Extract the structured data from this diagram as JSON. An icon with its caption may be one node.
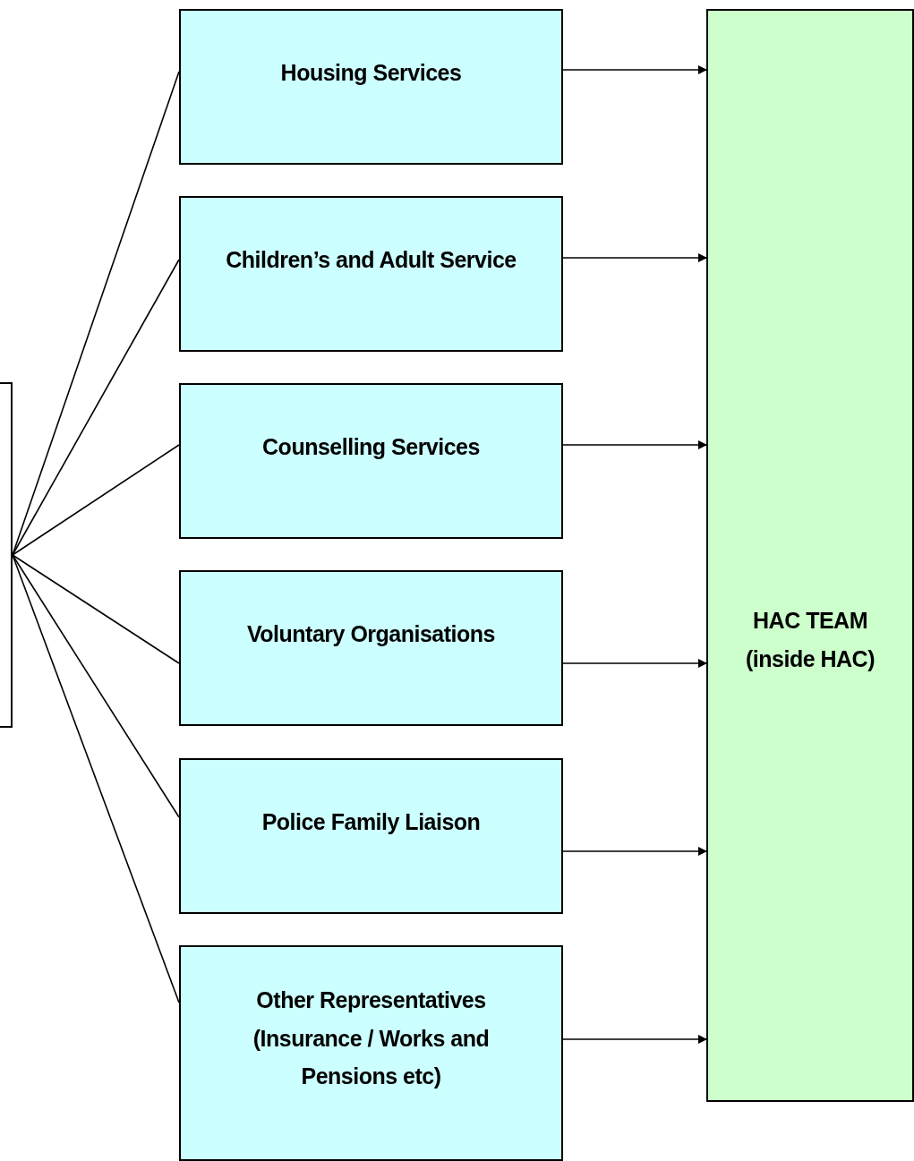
{
  "diagram": {
    "nodes": [
      {
        "text": [],
        "shape": "box"
      },
      {
        "text": [
          "Housing Services"
        ]
      },
      {
        "text": [
          "Children’s and Adult Service"
        ]
      },
      {
        "text": [
          "Counselling Services"
        ]
      },
      {
        "text": [
          "Voluntary Organisations"
        ]
      },
      {
        "text": [
          "Police Family Liaison"
        ]
      },
      {
        "text": [
          "Other Representatives (Insurance / Works and Pensions etc)"
        ]
      },
      {
        "text": [
          "HAC TEAM",
          "(inside HAC)"
        ]
      }
    ],
    "edges": [
      {
        "from": 0,
        "to": 1,
        "arrow": "none"
      },
      {
        "from": 0,
        "to": 2,
        "arrow": "none"
      },
      {
        "from": 0,
        "to": 3,
        "arrow": "none"
      },
      {
        "from": 0,
        "to": 4,
        "arrow": "none"
      },
      {
        "from": 0,
        "to": 5,
        "arrow": "none"
      },
      {
        "from": 0,
        "to": 6,
        "arrow": "none"
      },
      {
        "from": 1,
        "to": 7,
        "arrow": "to"
      },
      {
        "from": 2,
        "to": 7,
        "arrow": "to"
      },
      {
        "from": 3,
        "to": 7,
        "arrow": "to"
      },
      {
        "from": 4,
        "to": 7,
        "arrow": "to"
      },
      {
        "from": 5,
        "to": 7,
        "arrow": "to"
      },
      {
        "from": 6,
        "to": 7,
        "arrow": "to"
      }
    ]
  }
}
